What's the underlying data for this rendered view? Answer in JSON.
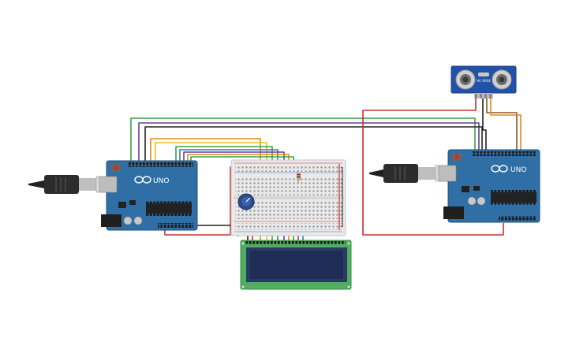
{
  "colors": {
    "board": "#2f6fa6",
    "board_edge": "#1d4f7d",
    "breadboard": "#e9e9e9",
    "lcd_pcb": "#4fae5f",
    "lcd_screen": "#1f2d55",
    "sensor_pcb": "#2252a8",
    "wire_red": "#c9302c",
    "wire_green": "#3aa340",
    "wire_purple": "#6b3d8c",
    "wire_orange": "#e08a1e",
    "wire_yellow": "#e8c21c",
    "wire_blue": "#3a6fd1",
    "wire_black": "#222222",
    "wire_brown": "#8a5a2b"
  },
  "left_arduino": {
    "model": "UNO",
    "brand_mark": "arduino-infinity-logo",
    "icon": "arduino-uno-board"
  },
  "right_arduino": {
    "model": "UNO",
    "brand_mark": "arduino-infinity-logo",
    "icon": "arduino-uno-board"
  },
  "usb_left": {
    "icon": "usb-plug"
  },
  "usb_right": {
    "icon": "usb-plug"
  },
  "ultrasonic_sensor": {
    "label": "HC-SR04",
    "icon": "ultrasonic-sensor"
  },
  "potentiometer": {
    "icon": "potentiometer-knob"
  },
  "resistor": {
    "icon": "resistor"
  },
  "breadboard": {
    "icon": "half-breadboard"
  },
  "lcd": {
    "icon": "lcd-16x2-display"
  }
}
